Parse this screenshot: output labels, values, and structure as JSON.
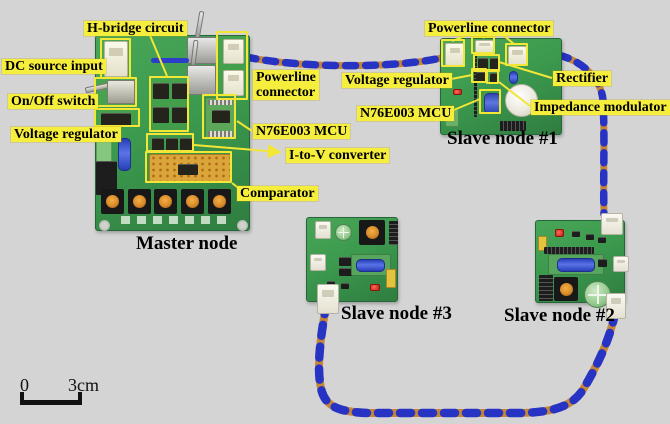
{
  "figure": {
    "master": {
      "caption": "Master node",
      "labels": {
        "h_bridge": "H-bridge circuit",
        "dc_source": "DC source input",
        "on_off": "On/Off switch",
        "voltage_regulator": "Voltage regulator",
        "powerline_line1": "Powerline",
        "powerline_line2": "connector",
        "mcu": "N76E003 MCU",
        "i_to_v": "I-to-V converter",
        "comparator": "Comparator"
      }
    },
    "slave1": {
      "caption": "Slave node #1",
      "labels": {
        "powerline": "Powerline connector",
        "voltage_regulator": "Voltage regulator",
        "mcu": "N76E003 MCU",
        "rectifier": "Rectifier",
        "impedance_modulator": "Impedance modulator"
      }
    },
    "slave2": {
      "caption": "Slave node #2"
    },
    "slave3": {
      "caption": "Slave node #3"
    },
    "scale_bar": {
      "zero": "0",
      "length": "3cm"
    },
    "colors": {
      "background": "#d4d4d4",
      "annotation_yellow": "#f6ee3d",
      "pcb_green": "#3c9a4e",
      "wire_blue": "#2733c2",
      "wire_orange": "#c5863a"
    }
  }
}
